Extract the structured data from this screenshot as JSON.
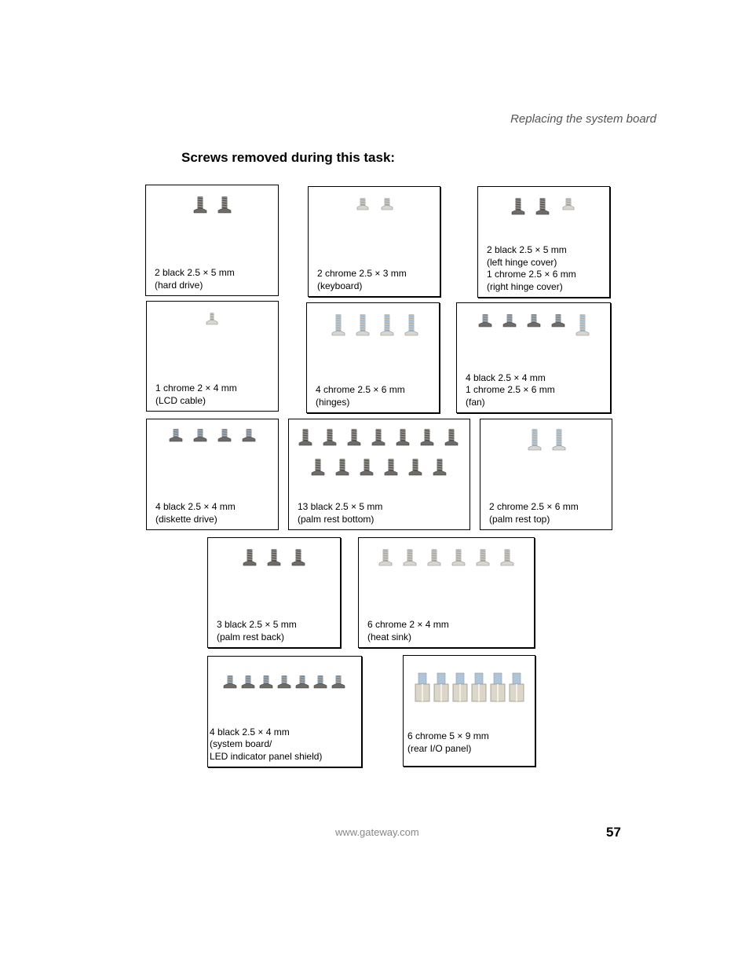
{
  "header": {
    "running_title": "Replacing the system board"
  },
  "section_title": "Screws removed during this task:",
  "boxes": [
    {
      "caption": "2 black 2.5 × 5 mm\n(hard drive)",
      "screws": [
        {
          "kind": "black"
        },
        {
          "kind": "black"
        }
      ]
    },
    {
      "caption": "2 chrome 2.5 × 3 mm\n(keyboard)",
      "screws": [
        {
          "kind": "chrome-short"
        },
        {
          "kind": "chrome-short"
        }
      ]
    },
    {
      "caption": "2 black 2.5 × 5 mm\n(left hinge cover)\n1 chrome 2.5 × 6 mm\n(right hinge cover)",
      "screws": [
        {
          "kind": "black"
        },
        {
          "kind": "black"
        },
        {
          "kind": "chrome-short"
        }
      ]
    },
    {
      "caption": "1 chrome 2 × 4 mm\n(LCD cable)",
      "screws": [
        {
          "kind": "chrome-small"
        }
      ]
    },
    {
      "caption": "4 chrome 2.5 × 6 mm\n(hinges)",
      "screws": [
        {
          "kind": "chrome-long"
        },
        {
          "kind": "chrome-long"
        },
        {
          "kind": "chrome-long"
        },
        {
          "kind": "chrome-long"
        }
      ]
    },
    {
      "caption": "4 black 2.5 × 4 mm\n1 chrome 2.5 × 6 mm\n(fan)",
      "screws": [
        {
          "kind": "black-short"
        },
        {
          "kind": "black-short"
        },
        {
          "kind": "black-short"
        },
        {
          "kind": "black-short"
        },
        {
          "kind": "chrome-long"
        }
      ]
    },
    {
      "caption": "4 black 2.5 × 4 mm\n(diskette drive)",
      "screws": [
        {
          "kind": "black-short"
        },
        {
          "kind": "black-short"
        },
        {
          "kind": "black-short"
        },
        {
          "kind": "black-short"
        }
      ]
    },
    {
      "caption": "13 black 2.5 × 5 mm\n(palm rest bottom)",
      "screws": [
        {
          "kind": "black"
        },
        {
          "kind": "black"
        },
        {
          "kind": "black"
        },
        {
          "kind": "black"
        },
        {
          "kind": "black"
        },
        {
          "kind": "black"
        },
        {
          "kind": "black"
        },
        {
          "kind": "black"
        },
        {
          "kind": "black"
        },
        {
          "kind": "black"
        },
        {
          "kind": "black"
        },
        {
          "kind": "black"
        },
        {
          "kind": "black"
        }
      ]
    },
    {
      "caption": "2 chrome 2.5 × 6 mm\n(palm rest top)",
      "screws": [
        {
          "kind": "chrome-long"
        },
        {
          "kind": "chrome-long"
        }
      ]
    },
    {
      "caption": "3 black 2.5 × 5 mm\n(palm rest back)",
      "screws": [
        {
          "kind": "black"
        },
        {
          "kind": "black"
        },
        {
          "kind": "black"
        }
      ]
    },
    {
      "caption": "6 chrome 2 × 4 mm\n(heat sink)",
      "screws": [
        {
          "kind": "chrome"
        },
        {
          "kind": "chrome"
        },
        {
          "kind": "chrome"
        },
        {
          "kind": "chrome"
        },
        {
          "kind": "chrome"
        },
        {
          "kind": "chrome"
        }
      ]
    },
    {
      "caption": "4 black 2.5 × 4 mm\n(system board/\nLED indicator panel shield)",
      "screws": [
        {
          "kind": "black-short"
        },
        {
          "kind": "black-short"
        },
        {
          "kind": "black-short"
        },
        {
          "kind": "black-short"
        },
        {
          "kind": "black-short"
        },
        {
          "kind": "black-short"
        },
        {
          "kind": "black-short"
        }
      ]
    },
    {
      "caption": "6 chrome 5 × 9 mm\n(rear I/O panel)",
      "screws": [
        {
          "kind": "standoff"
        },
        {
          "kind": "standoff"
        },
        {
          "kind": "standoff"
        },
        {
          "kind": "standoff"
        },
        {
          "kind": "standoff"
        },
        {
          "kind": "standoff"
        }
      ]
    }
  ],
  "footer": {
    "url": "www.gateway.com",
    "page_number": "57"
  }
}
